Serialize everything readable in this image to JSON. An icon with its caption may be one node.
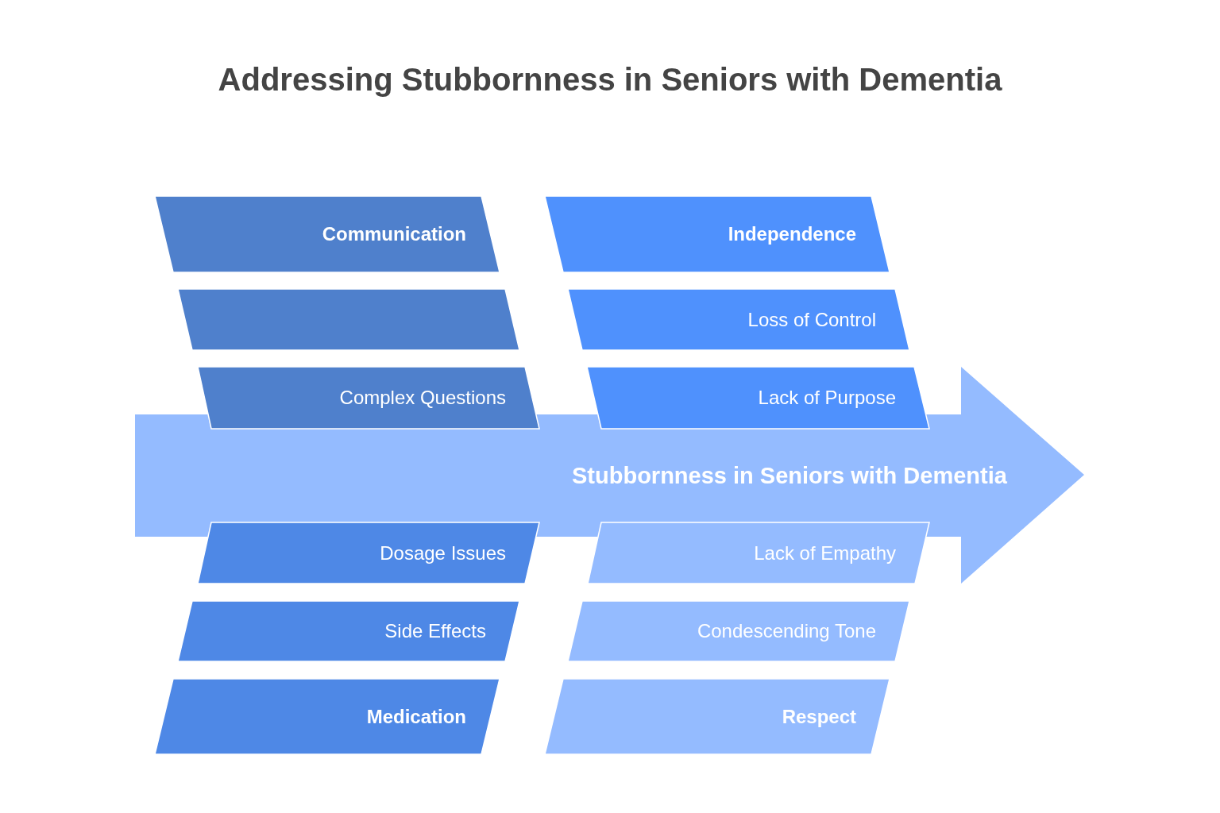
{
  "diagram": {
    "title": "Addressing Stubbornness in Seniors with Dementia",
    "nodes": [
      {
        "text": [
          "Communication"
        ]
      },
      {
        "text": [],
        "shape": "parallelogram"
      },
      {
        "text": [
          "Complex Questions"
        ]
      },
      {
        "text": [
          "Independence"
        ]
      },
      {
        "text": [
          "Loss of Control"
        ]
      },
      {
        "text": [
          "Lack of Purpose"
        ]
      },
      {
        "text": [
          "Stubbornness in Seniors with Dementia"
        ]
      },
      {
        "text": [
          "Dosage Issues"
        ]
      },
      {
        "text": [
          "Lack of Empathy"
        ]
      },
      {
        "text": [
          "Side Effects"
        ]
      },
      {
        "text": [
          "Condescending Tone"
        ]
      },
      {
        "text": [
          "Medication"
        ]
      },
      {
        "text": [
          "Respect"
        ]
      }
    ]
  }
}
